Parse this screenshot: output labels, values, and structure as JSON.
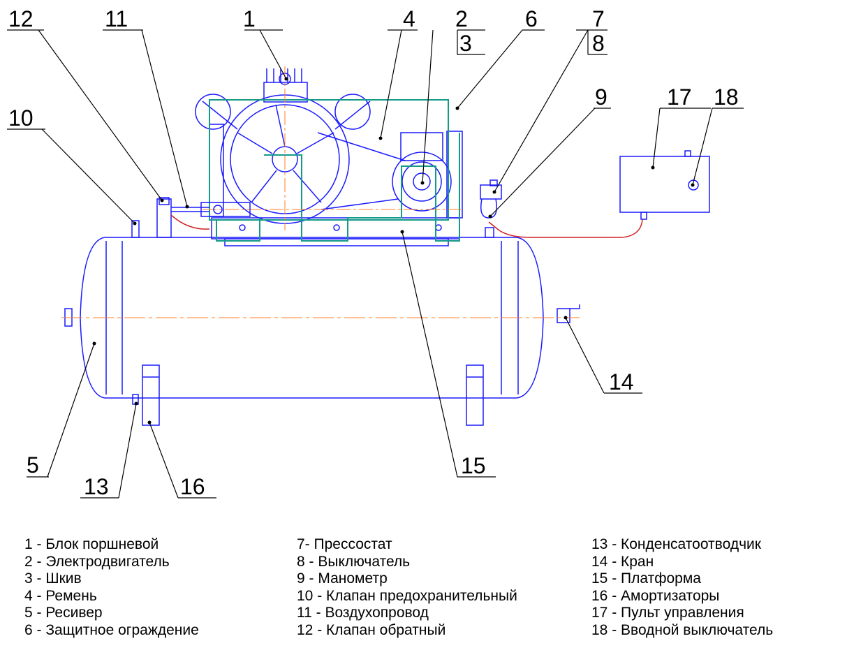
{
  "callouts": [
    "1",
    "2",
    "3",
    "4",
    "5",
    "6",
    "7",
    "8",
    "9",
    "10",
    "11",
    "12",
    "13",
    "14",
    "15",
    "16",
    "17",
    "18"
  ],
  "legend": {
    "col1": [
      "1 - Блок поршневой",
      "2 - Электродвигатель",
      "3 - Шкив",
      "4 - Ремень",
      "5 - Ресивер",
      "6 - Защитное ограждение"
    ],
    "col2": [
      "7- Прессостат",
      "8 - Выключатель",
      "9 - Манометр",
      "10 - Клапан предохранительный",
      "11 - Воздухопровод",
      "12 - Клапан обратный"
    ],
    "col3": [
      "13 - Конденсатоотводчик",
      "14 - Кран",
      "15 - Платформа",
      "16 - Амортизаторы",
      "17 - Пульт управления",
      "18 - Вводной выключатель"
    ]
  },
  "colors": {
    "parts": "#1a1aff",
    "guard": "#159a8a",
    "axis": "#ff7f27",
    "wire": "#d02020",
    "leader": "#000000"
  }
}
